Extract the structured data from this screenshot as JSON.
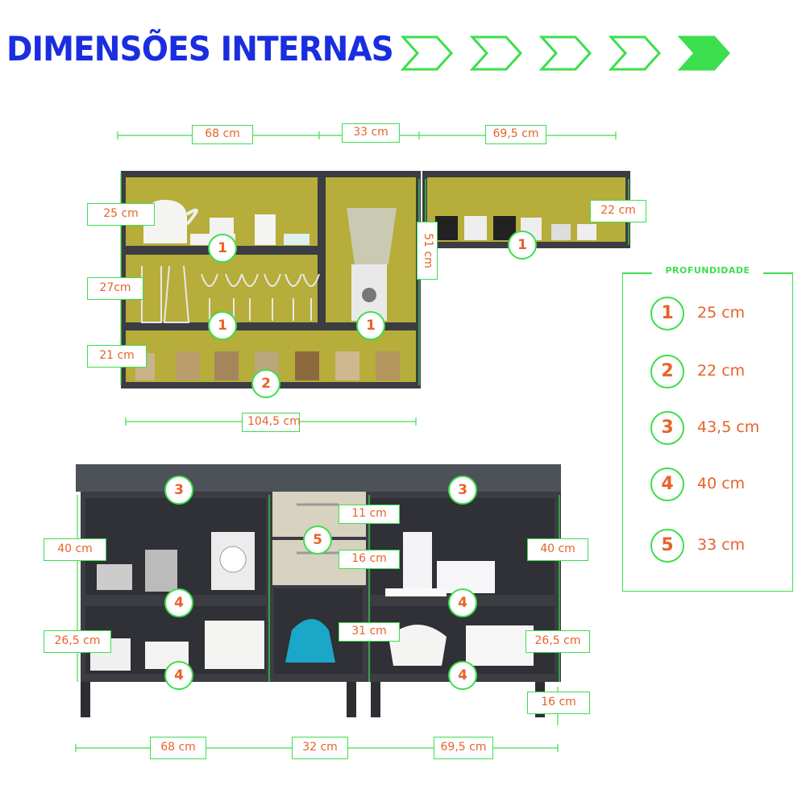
{
  "title": "DIMENSÕES INTERNAS",
  "colors": {
    "title": "#1a2ee0",
    "accent_green": "#3dde4d",
    "label_orange": "#e8622a",
    "cabinet_dark": "#3b3d42",
    "cabinet_interior": "#b6ad3a",
    "drawer_beige": "#d8d2c0"
  },
  "upper_widths": {
    "a": "68 cm",
    "b": "33 cm",
    "c": "69,5 cm"
  },
  "upper_heights": {
    "top_left": "25 cm",
    "middle_left": "27cm",
    "bottom_left": "21 cm",
    "center": "51 cm",
    "right": "22 cm"
  },
  "upper_total_width": "104,5 cm",
  "upper_badges": {
    "top_left": "1",
    "mid_left": "1",
    "mid_center": "1",
    "right": "1",
    "bottom": "2"
  },
  "lower_labels": {
    "drawer_top": "11 cm",
    "drawer_bottom": "16 cm",
    "center_niche": "31 cm",
    "left_upper": "40 cm",
    "right_upper": "40 cm",
    "left_lower": "26,5 cm",
    "right_lower": "26,5 cm",
    "feet": "16 cm"
  },
  "lower_badges": {
    "top_left": "3",
    "top_right": "3",
    "drawers": "5",
    "left_shelf": "4",
    "right_shelf": "4",
    "left_bottom": "4",
    "right_bottom": "4"
  },
  "lower_widths": {
    "a": "68 cm",
    "b": "32 cm",
    "c": "69,5 cm"
  },
  "depth_panel": {
    "title": "PROFUNDIDADE",
    "rows": [
      {
        "num": "1",
        "value": "25 cm"
      },
      {
        "num": "2",
        "value": "22 cm"
      },
      {
        "num": "3",
        "value": "43,5 cm"
      },
      {
        "num": "4",
        "value": "40 cm"
      },
      {
        "num": "5",
        "value": "33 cm"
      }
    ]
  }
}
